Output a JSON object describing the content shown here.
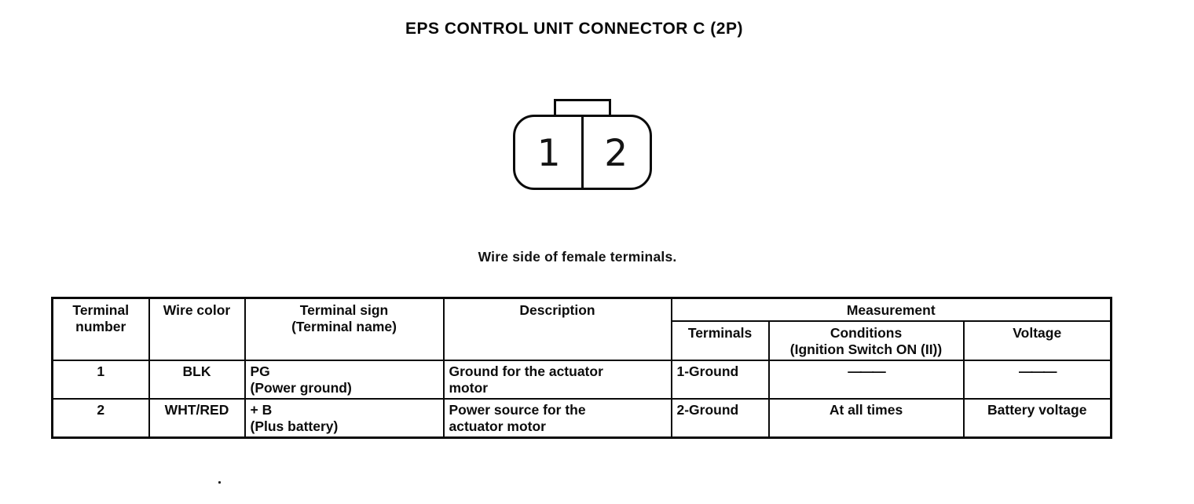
{
  "title": "EPS CONTROL UNIT CONNECTOR C (2P)",
  "connector": {
    "caption": "Wire side of female terminals.",
    "cavities": [
      "1",
      "2"
    ]
  },
  "table": {
    "headers": {
      "terminal_number": "Terminal\nnumber",
      "wire_color": "Wire color",
      "terminal_sign": "Terminal sign\n(Terminal name)",
      "description": "Description",
      "measurement": "Measurement",
      "terminals": "Terminals",
      "conditions": "Conditions\n(Ignition Switch ON (II))",
      "voltage": "Voltage"
    },
    "rows": [
      {
        "terminal_number": "1",
        "wire_color": "BLK",
        "terminal_sign": "PG\n(Power ground)",
        "description": "Ground for the actuator\nmotor",
        "terminals": "1-Ground",
        "conditions": "———",
        "voltage": "———"
      },
      {
        "terminal_number": "2",
        "wire_color": "WHT/RED",
        "terminal_sign": "+ B\n(Plus battery)",
        "description": "Power source for the\nactuator motor",
        "terminals": "2-Ground",
        "conditions": "At all times",
        "voltage": "Battery voltage"
      }
    ]
  }
}
